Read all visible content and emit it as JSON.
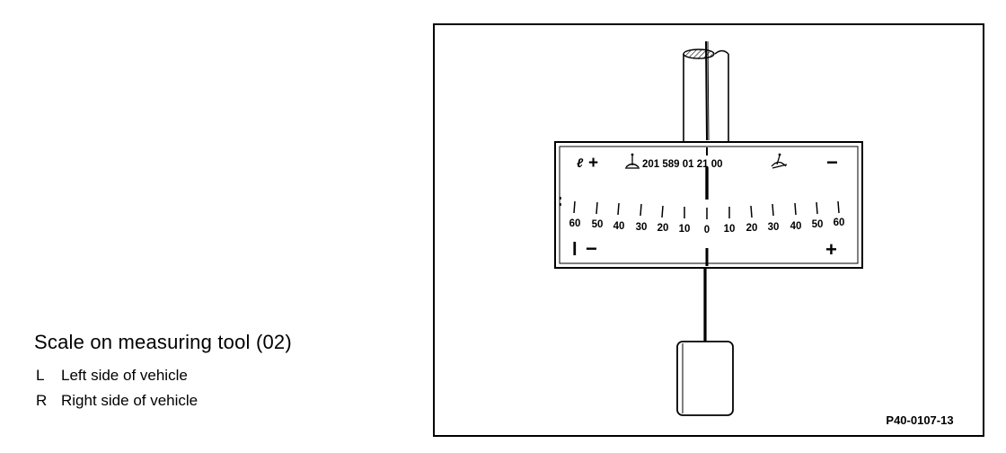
{
  "caption": {
    "title": "Scale on measuring tool (02)",
    "legend": [
      {
        "key": "L",
        "text": "Left side of vehicle"
      },
      {
        "key": "R",
        "text": "Right side of vehicle"
      }
    ]
  },
  "figure": {
    "part_number": "P40-0107-13",
    "top_row": {
      "left_symbol": "ℓ",
      "left_sign": "+",
      "code": "201 589 01 21 00",
      "right_sign": "−"
    },
    "scale": {
      "left_values": [
        "60",
        "50",
        "40",
        "30",
        "20",
        "10"
      ],
      "center_value": "0",
      "right_values": [
        "10",
        "20",
        "30",
        "40",
        "50",
        "60"
      ],
      "bottom_left_letter": "l",
      "bottom_left_sign": "−",
      "bottom_right_sign": "+"
    }
  }
}
